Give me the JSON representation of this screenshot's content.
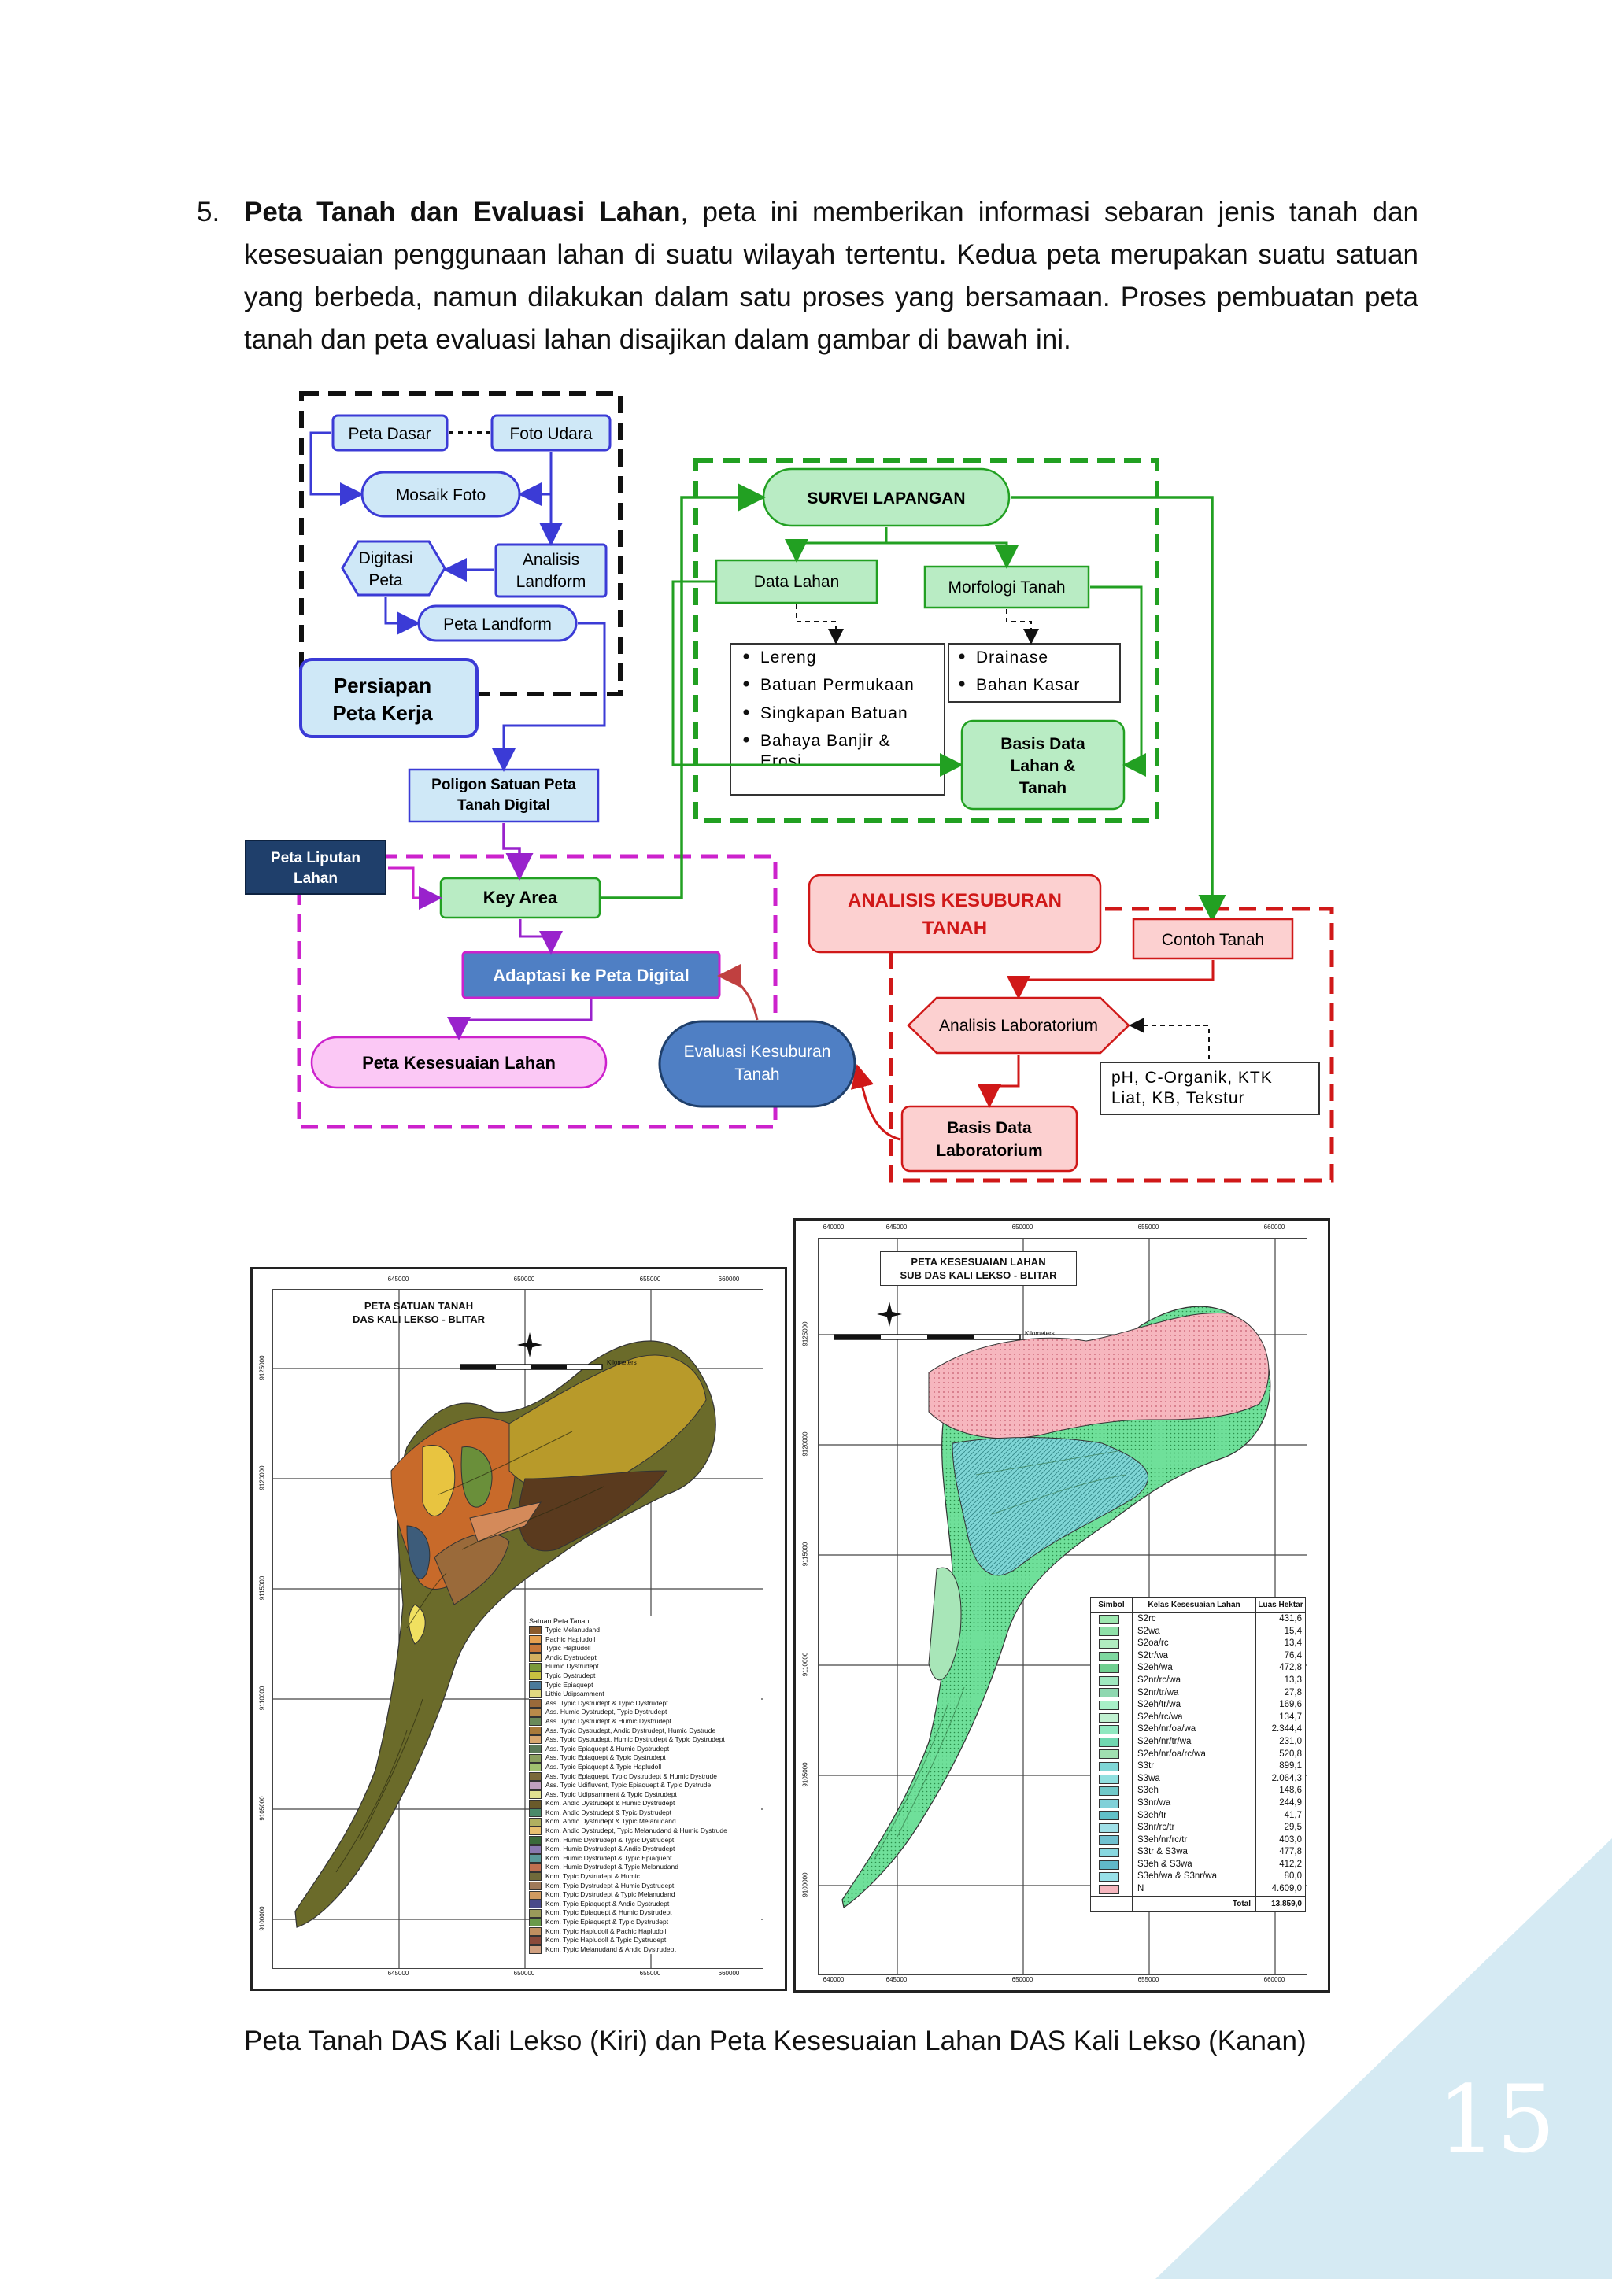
{
  "paragraph": {
    "number": "5.",
    "bold_lead": "Peta Tanah dan Evaluasi Lahan",
    "body": ", peta ini memberikan informasi sebaran jenis tanah dan kesesuaian penggunaan lahan di suatu wilayah tertentu. Kedua peta merupakan suatu satuan yang berbeda, namun dilakukan dalam satu proses yang bersamaan. Proses pembuatan peta tanah dan peta evaluasi lahan disajikan dalam gambar di bawah ini."
  },
  "flowchart": {
    "peta_dasar": "Peta Dasar",
    "foto_udara": "Foto Udara",
    "mosaik_foto": "Mosaik Foto",
    "digitasi_1": "Digitasi",
    "digitasi_2": "Peta",
    "analisis_1": "Analisis",
    "analisis_2": "Landform",
    "peta_landform": "Peta Landform",
    "persiapan_1": "Persiapan",
    "persiapan_2": "Peta Kerja",
    "poligon_1": "Poligon Satuan Peta",
    "poligon_2": "Tanah Digital",
    "liputan_1": "Peta Liputan",
    "liputan_2": "Lahan",
    "key_area": "Key Area",
    "adaptasi": "Adaptasi ke Peta Digital",
    "kesesuaian": "Peta Kesesuaian  Lahan",
    "evaluasi_1": "Evaluasi Kesuburan",
    "evaluasi_2": "Tanah",
    "survei": "SURVEI LAPANGAN",
    "data_lahan": "Data Lahan",
    "morfologi": "Morfologi Tanah",
    "data_items": [
      "Lereng",
      "Batuan Permukaan",
      "Singkapan Batuan",
      "Bahaya Banjir &",
      "Erosi"
    ],
    "morf_items": [
      "Drainase",
      "Bahan Kasar"
    ],
    "basis_1": "Basis Data",
    "basis_2": "Lahan &",
    "basis_3": "Tanah",
    "analisis_kesuburan_1": "ANALISIS KESUBURAN",
    "analisis_kesuburan_2": "TANAH",
    "contoh_tanah": "Contoh Tanah",
    "lab": "Analisis Laboratorium",
    "param_1": "pH, C-Organik, KTK",
    "param_2": "Liat, KB, Tekstur",
    "basis_lab_1": "Basis Data",
    "basis_lab_2": "Laboratorium"
  },
  "map_left": {
    "title_1": "PETA SATUAN TANAH",
    "title_2": "DAS KALI LEKSO - BLITAR",
    "scale_label": "Kilometers",
    "legend_title": "Satuan Peta Tanah",
    "x_ticks": [
      "645000",
      "650000",
      "655000",
      "660000"
    ],
    "y_ticks": [
      "9125000",
      "9120000",
      "9115000",
      "9110000",
      "9105000",
      "9100000"
    ],
    "legend": [
      "Typic Melanudand",
      "Pachic Hapludoll",
      "Typic Hapludoll",
      "Andic Dystrudept",
      "Humic Dystrudept",
      "Typic Dystrudept",
      "Typic Epiaquept",
      "Lithic Udipsamment",
      "Ass. Typic Dystrudept & Typic Dystrudept",
      "Ass. Humic Dystrudept, Typic Dystrudept",
      "Ass. Typic Dystrudept & Humic Dystrudept",
      "Ass. Typic Dystrudept, Andic Dystrudept, Humic Dystrude",
      "Ass. Typic Dystrudept, Humic Dystrudept & Typic Dystrudept",
      "Ass. Typic Epiaquept & Humic Dystrudept",
      "Ass. Typic Epiaquept & Typic Dystrudept",
      "Ass. Typic Epiaquept & Typic Hapludoll",
      "Ass. Typic Epiaquept, Typic Dystrudept & Humic Dystrude",
      "Ass. Typic Udifluvent, Typic Epiaquept & Typic Dystrude",
      "Ass. Typic Udipsamment & Typic Dystrudept",
      "Kom. Andic Dystrudept & Humic Dystrudept",
      "Kom. Andic Dystrudept & Typic Dystrudept",
      "Kom. Andic Dystrudept & Typic Melanudand",
      "Kom. Andic Dystrudept, Typic Melanudand & Humic Dystrude",
      "Kom. Humic Dystrudept & Typic Dystrudept",
      "Kom. Humic Dystrudept & Andic Dystrudept",
      "Kom. Humic Dystrudept & Typic Epiaquept",
      "Kom. Humic Dystrudept & Typic Melanudand",
      "Kom. Typic Dystrudept & Humic",
      "Kom. Typic Dystrudept & Humic Dystrudept",
      "Kom. Typic Dystrudept & Typic Melanudand",
      "Kom. Typic Epiaquept & Andic Dystrudept",
      "Kom. Typic Epiaquept & Humic Dystrudept",
      "Kom. Typic Epiaquept & Typic Dystrudept",
      "Kom. Typic Hapludoll & Pachic Hapludoll",
      "Kom. Typic Hapludoll & Typic Dystrudept",
      "Kom. Typic Melanudand & Andic Dystrudept"
    ]
  },
  "map_right": {
    "title_1": "PETA KESESUAIAN LAHAN",
    "title_2": "SUB DAS KALI LEKSO - BLITAR",
    "scale_label": "Kilometers",
    "x_ticks": [
      "640000",
      "645000",
      "650000",
      "655000",
      "660000"
    ],
    "y_ticks": [
      "9125000",
      "9120000",
      "9115000",
      "9110000",
      "9105000",
      "9100000"
    ],
    "table_headers": [
      "Simbol",
      "Kelas Kesesuaian Lahan",
      "Luas Hektar"
    ],
    "rows": [
      [
        "S2rc",
        "431,6"
      ],
      [
        "S2wa",
        "15,4"
      ],
      [
        "S2oa/rc",
        "13,4"
      ],
      [
        "S2tr/wa",
        "76,4"
      ],
      [
        "S2eh/wa",
        "472,8"
      ],
      [
        "S2nr/rc/wa",
        "13,3"
      ],
      [
        "S2nr/tr/wa",
        "27,8"
      ],
      [
        "S2eh/tr/wa",
        "169,6"
      ],
      [
        "S2eh/rc/wa",
        "134,7"
      ],
      [
        "S2eh/nr/oa/wa",
        "2.344,4"
      ],
      [
        "S2eh/nr/tr/wa",
        "231,0"
      ],
      [
        "S2eh/nr/oa/rc/wa",
        "520,8"
      ],
      [
        "S3tr",
        "899,1"
      ],
      [
        "S3wa",
        "2.064,3"
      ],
      [
        "S3eh",
        "148,6"
      ],
      [
        "S3nr/wa",
        "244,9"
      ],
      [
        "S3eh/tr",
        "41,7"
      ],
      [
        "S3nr/rc/tr",
        "29,5"
      ],
      [
        "S3eh/nr/rc/tr",
        "403,0"
      ],
      [
        "S3tr & S3wa",
        "477,8"
      ],
      [
        "S3eh & S3wa",
        "412,2"
      ],
      [
        "S3eh/wa & S3nr/wa",
        "80,0"
      ],
      [
        "N",
        "4.609,0"
      ]
    ],
    "total_label": "Total",
    "total_value": "13.859,0"
  },
  "caption": "Peta Tanah DAS Kali Lekso (Kiri) dan Peta Kesesuaian Lahan DAS Kali Lekso (Kanan)",
  "page_number": "15",
  "colors": {
    "blue_box": "#cfe8f7",
    "blue_stroke": "#3b3bd6",
    "green_box": "#b9ecc4",
    "green_stroke": "#22a022",
    "pink_box": "#fcd0d0",
    "red_stroke": "#d01818",
    "magenta_stroke": "#cc22cc",
    "navy_box": "#1f3f6b",
    "corner": "#d5eaf3"
  }
}
